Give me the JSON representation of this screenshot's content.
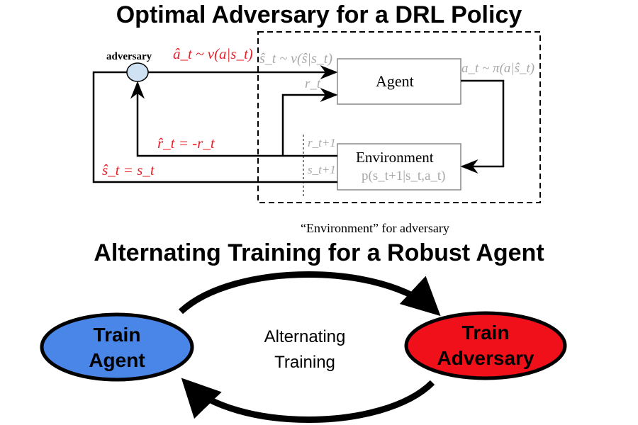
{
  "title_top": "Optimal Adversary for a DRL Policy",
  "title_bottom": "Alternating Training for a Robust Agent",
  "diagram": {
    "adversary_label": "adversary",
    "adv_action": "â_t ~ ν(a|s_t)",
    "perturbed_state": "ŝ_t ~ ν(ŝ|s_t)",
    "agent_label": "Agent",
    "agent_action": "a_t ~ π(a|ŝ_t)",
    "reward": "r_t",
    "adv_reward": "r̂_t = -r_t",
    "next_reward": "r_t+1",
    "next_state": "s_t+1",
    "adv_state": "ŝ_t = s_t",
    "env_label": "Environment",
    "env_transition": "p(s_t+1|s_t,a_t)",
    "env_caption": "“Environment” for adversary"
  },
  "cycle": {
    "agent": [
      "Train",
      "Agent"
    ],
    "adversary": [
      "Train",
      "Adversary"
    ],
    "center": [
      "Alternating",
      "Training"
    ]
  },
  "colors": {
    "agent": "#4a86e8",
    "adversary": "#f0101a",
    "adv_node": "#cfe2f3",
    "red_text": "#e8202a"
  }
}
